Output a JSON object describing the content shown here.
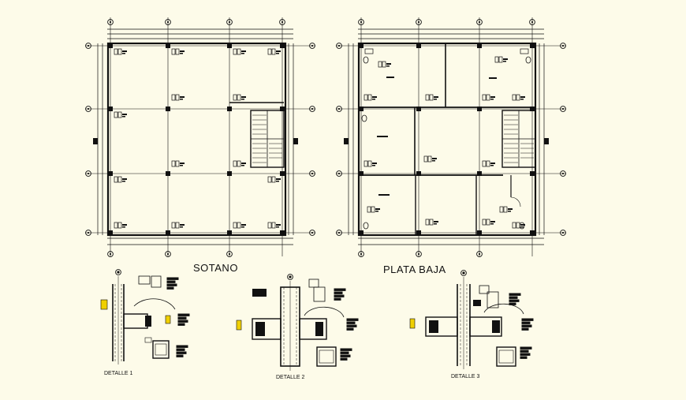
{
  "plans": {
    "sotano": {
      "title": "SOTANO"
    },
    "plata_baja": {
      "title": "PLATA BAJA"
    }
  },
  "details": [
    {
      "title": "DETALLE 1"
    },
    {
      "title": "DETALLE 2"
    },
    {
      "title": "DETALLE 3"
    }
  ],
  "colors": {
    "background": "#fdfbe9",
    "ink": "#111111"
  }
}
